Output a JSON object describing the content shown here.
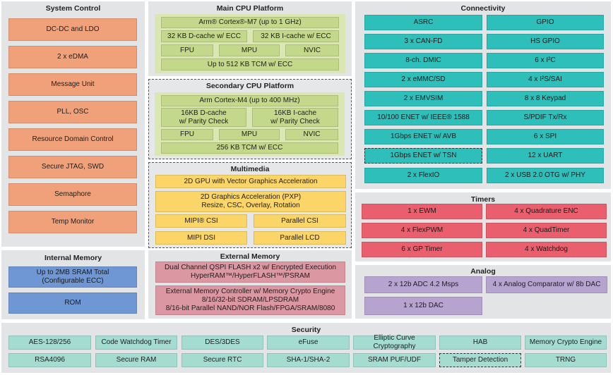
{
  "system_control": {
    "title": "System Control",
    "items": [
      "DC-DC and LDO",
      "2 x eDMA",
      "Message Unit",
      "PLL, OSC",
      "Resource Domain Control",
      "Secure JTAG, SWD",
      "Semaphore",
      "Temp Monitor"
    ]
  },
  "main_cpu": {
    "title": "Main CPU Platform",
    "core": "Arm® Cortex®-M7 (up to 1 GHz)",
    "dcache": "32 KB D-cache w/ ECC",
    "icache": "32 KB I-cache w/ ECC",
    "fpu": "FPU",
    "mpu": "MPU",
    "nvic": "NVIC",
    "tcm": "Up to 512 KB TCM w/ ECC"
  },
  "secondary_cpu": {
    "title": "Secondary CPU Platform",
    "core": "Arm Cortex-M4 (up to 400 MHz)",
    "dcache": "16KB D-cache\nw/ Parity Check",
    "icache": "16KB I-cache\nw/ Parity Check",
    "fpu": "FPU",
    "mpu": "MPU",
    "nvic": "NVIC",
    "tcm": "256 KB TCM w/ ECC"
  },
  "multimedia": {
    "title": "Multimedia",
    "gpu": "2D GPU with Vector Graphics Acceleration",
    "pxp": "2D Graphics Acceleration (PXP)\nResize, CSC, Overlay, Rotation",
    "mipi_csi": "MIPI® CSI",
    "parallel_csi": "Parallel CSI",
    "mipi_dsi": "MIPI DSI",
    "parallel_lcd": "Parallel LCD"
  },
  "connectivity": {
    "title": "Connectivity",
    "left": [
      "ASRC",
      "3 x CAN-FD",
      "8-ch. DMIC",
      "2 x eMMC/SD",
      "2 x EMVSIM",
      "10/100 ENET w/ IEEE® 1588",
      "1Gbps ENET w/ AVB",
      "1Gbps ENET w/ TSN",
      "2 x FlexIO"
    ],
    "right": [
      "GPIO",
      "HS GPIO",
      "6 x I²C",
      "4 x I²S/SAI",
      "8 x 8 Keypad",
      "S/PDIF Tx/Rx",
      "6 x SPI",
      "12 x UART",
      "2 x USB 2.0 OTG w/ PHY"
    ]
  },
  "timers": {
    "title": "Timers",
    "left": [
      "1 x EWM",
      "4 x FlexPWM",
      "6 x GP Timer"
    ],
    "right": [
      "4 x Quadrature ENC",
      "4 x QuadTimer",
      "4 x Watchdog"
    ]
  },
  "analog": {
    "title": "Analog",
    "adc": "2 x 12b ADC 4.2 Msps",
    "comparator": "4 x Analog Comparator w/ 8b DAC",
    "dac": "1 x 12b DAC"
  },
  "internal_memory": {
    "title": "Internal Memory",
    "sram": "Up to 2MB SRAM Total\n(Configurable ECC)",
    "rom": "ROM"
  },
  "external_memory": {
    "title": "External Memory",
    "qspi": "Dual Channel QSPI FLASH x2 w/ Encrypted Execution\nHyperRAM™/HyperFLASH™/PSRAM",
    "emc": "External Memory Controller w/ Memory Crypto Engine\n8/16/32-bit SDRAM/LPSDRAM\n8/16-bit Parallel NAND/NOR Flash/FPGA/SRAM/8080"
  },
  "security": {
    "title": "Security",
    "row1": [
      "AES-128/256",
      "Code Watchdog Timer",
      "DES/3DES",
      "eFuse",
      "Elliptic Curve Cryptography",
      "HAB",
      "Memory Crypto Engine"
    ],
    "row2": [
      "RSA4096",
      "Secure RAM",
      "Secure RTC",
      "SHA-1/SHA-2",
      "SRAM PUF/UDF",
      "Tamper Detection",
      "TRNG"
    ]
  }
}
